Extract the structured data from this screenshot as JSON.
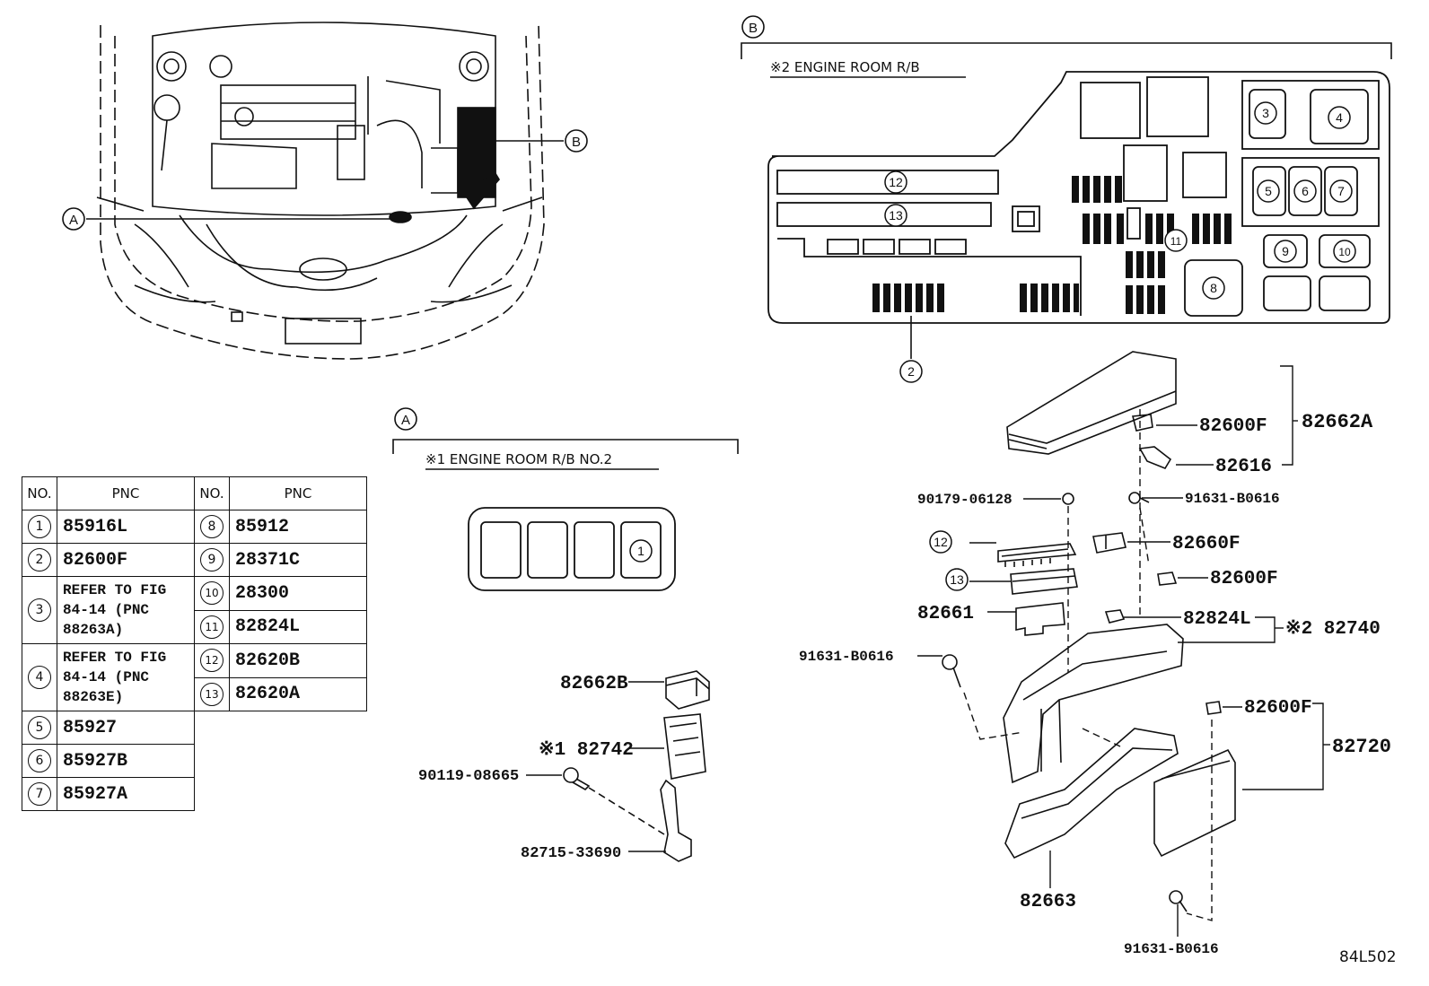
{
  "callouts": {
    "a": "A",
    "b": "B"
  },
  "section_a": {
    "title": "※1 ENGINE ROOM R/B NO.2"
  },
  "section_b": {
    "title": "※2 ENGINE ROOM R/B"
  },
  "fig_code": "84L502",
  "part_labels": {
    "p82662A": "82662A",
    "p82600F_top": "82600F",
    "p82616": "82616",
    "p90179": "90179-06128",
    "p91631_top": "91631-B0616",
    "p82660F": "82660F",
    "p82600F_mid": "82600F",
    "p82661": "82661",
    "p82824L": "82824L",
    "p82740": "※2 82740",
    "p91631_left": "91631-B0616",
    "p82600F_low": "82600F",
    "p82720": "82720",
    "p82663": "82663",
    "p91631_bottom": "91631-B0616",
    "p82662B": "82662B",
    "p82742": "※1 82742",
    "p90119": "90119-08665",
    "p82715": "82715-33690"
  },
  "numbers": [
    "1",
    "2",
    "3",
    "4",
    "5",
    "6",
    "7",
    "8",
    "9",
    "10",
    "11",
    "12",
    "13"
  ],
  "table": {
    "headers": {
      "no": "NO.",
      "pnc": "PNC"
    },
    "left": [
      {
        "no": "1",
        "pnc": "85916L"
      },
      {
        "no": "2",
        "pnc": "82600F"
      },
      {
        "no": "3",
        "pnc": "REFER TO FIG 84-14 (PNC 88263A)"
      },
      {
        "no": "4",
        "pnc": "REFER TO FIG 84-14 (PNC 88263E)"
      },
      {
        "no": "5",
        "pnc": "85927"
      },
      {
        "no": "6",
        "pnc": "85927B"
      },
      {
        "no": "7",
        "pnc": "85927A"
      }
    ],
    "right": [
      {
        "no": "8",
        "pnc": "85912"
      },
      {
        "no": "9",
        "pnc": "28371C"
      },
      {
        "no": "10",
        "pnc": "28300"
      },
      {
        "no": "11",
        "pnc": "82824L"
      },
      {
        "no": "12",
        "pnc": "82620B"
      },
      {
        "no": "13",
        "pnc": "82620A"
      }
    ]
  }
}
